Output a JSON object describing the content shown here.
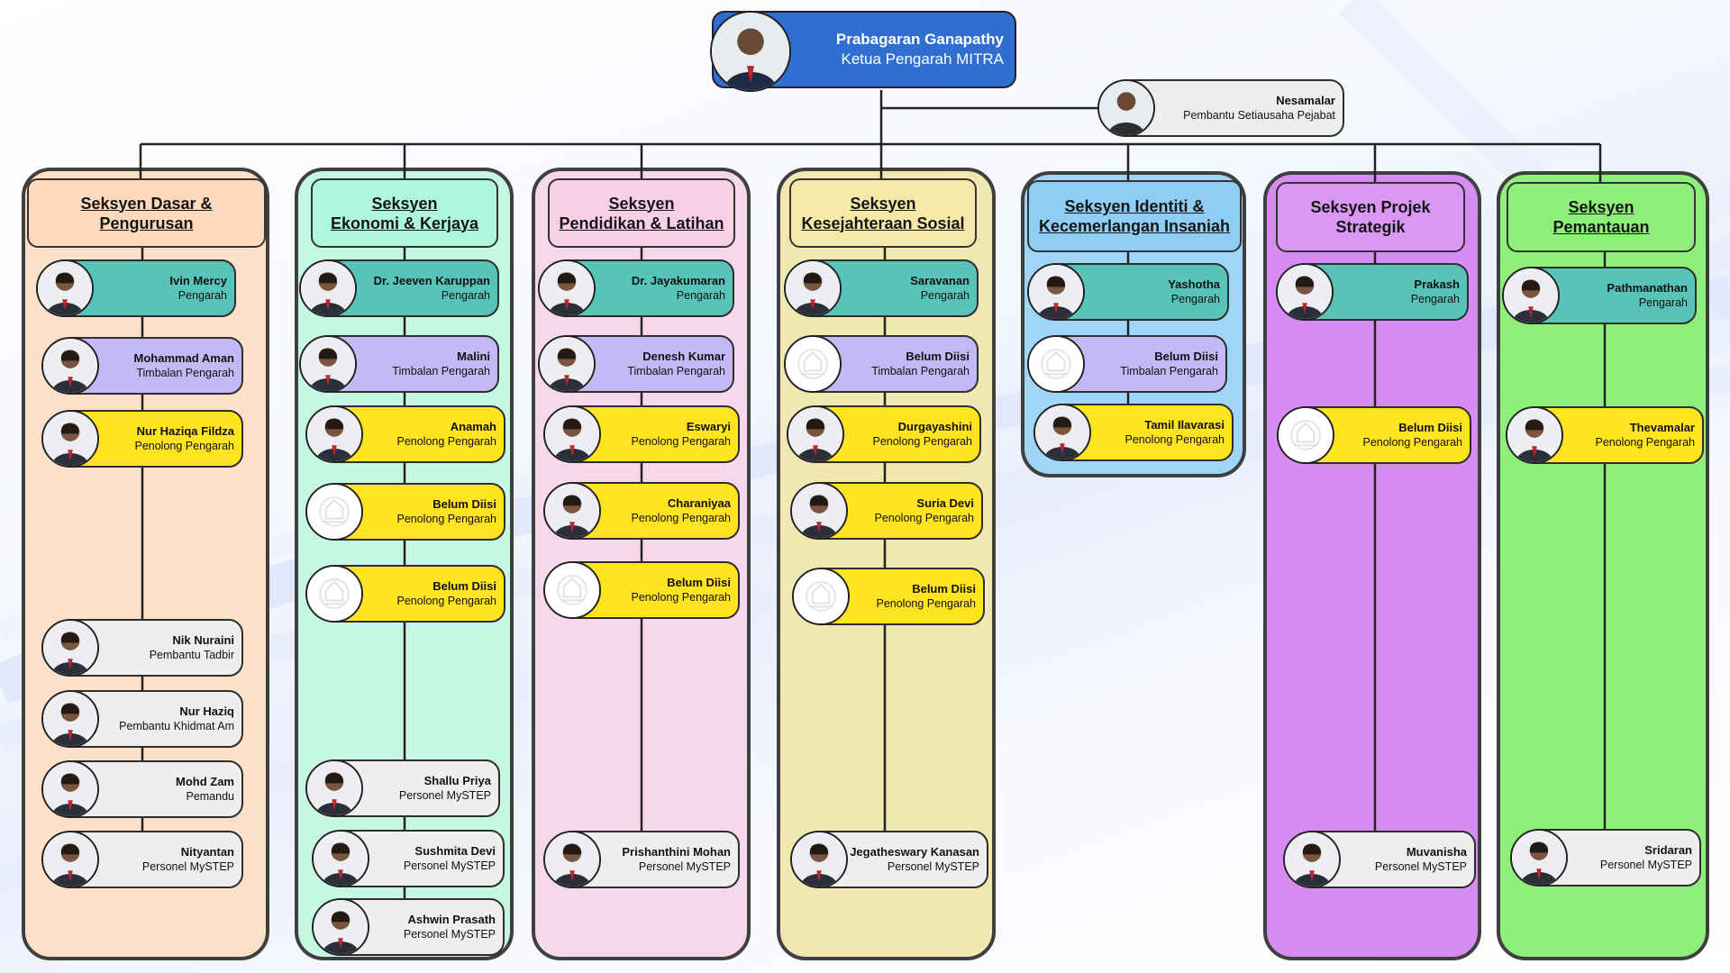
{
  "colors": {
    "teal": "#58c4b8",
    "lavender": "#c3b9f5",
    "yellow": "#ffe41f",
    "grey": "#eeeeee",
    "blue": "#2f6fd1",
    "section_orange": "#fde0c8",
    "section_mint": "#c6f7e3",
    "section_pink": "#f7d7ea",
    "section_cream": "#f1e8b1",
    "section_skyblue": "#9fd5f6",
    "section_purple": "#d68cf2",
    "section_green": "#8ef07a"
  },
  "director": {
    "name": "Prabagaran Ganapathy",
    "role": "Ketua Pengarah MITRA",
    "avatar_icon": "person-photo-icon"
  },
  "secretary": {
    "name": "Nesamalar",
    "role": "Pembantu Setiausaha Pejabat",
    "avatar_icon": "person-photo-icon"
  },
  "sections": [
    {
      "title": "Seksyen Dasar &\nPengurusan",
      "members": [
        {
          "name": "Ivin Mercy",
          "role": "Pengarah"
        },
        {
          "name": "Mohammad Aman",
          "role": "Timbalan Pengarah"
        },
        {
          "name": "Nur Haziqa Fildza",
          "role": "Penolong Pengarah"
        },
        {
          "name": "Nik Nuraini",
          "role": "Pembantu Tadbir"
        },
        {
          "name": "Nur Haziq",
          "role": "Pembantu Khidmat Am"
        },
        {
          "name": "Mohd Zam",
          "role": "Pemandu"
        },
        {
          "name": "Nityantan",
          "role": "Personel MySTEP"
        }
      ]
    },
    {
      "title": "Seksyen\nEkonomi & Kerjaya",
      "members": [
        {
          "name": "Dr. Jeeven Karuppan",
          "role": "Pengarah"
        },
        {
          "name": "Malini",
          "role": "Timbalan Pengarah"
        },
        {
          "name": "Anamah",
          "role": "Penolong Pengarah"
        },
        {
          "name": "Belum Diisi",
          "role": "Penolong Pengarah"
        },
        {
          "name": "Belum Diisi",
          "role": "Penolong Pengarah"
        },
        {
          "name": "Shallu Priya",
          "role": "Personel MySTEP"
        },
        {
          "name": "Sushmita Devi",
          "role": "Personel MySTEP"
        },
        {
          "name": "Ashwin Prasath",
          "role": "Personel MySTEP"
        }
      ]
    },
    {
      "title": "Seksyen\nPendidikan & Latihan",
      "members": [
        {
          "name": "Dr. Jayakumaran",
          "role": "Pengarah"
        },
        {
          "name": "Denesh Kumar",
          "role": "Timbalan Pengarah"
        },
        {
          "name": "Eswaryi",
          "role": "Penolong Pengarah"
        },
        {
          "name": "Charaniyaa",
          "role": "Penolong Pengarah"
        },
        {
          "name": "Belum Diisi",
          "role": "Penolong Pengarah"
        },
        {
          "name": "Prishanthini Mohan",
          "role": "Personel MySTEP"
        }
      ]
    },
    {
      "title": "Seksyen\nKesejahteraan Sosial",
      "members": [
        {
          "name": "Saravanan",
          "role": "Pengarah"
        },
        {
          "name": "Belum Diisi",
          "role": "Timbalan Pengarah"
        },
        {
          "name": "Durgayashini",
          "role": "Penolong Pengarah"
        },
        {
          "name": "Suria Devi",
          "role": "Penolong Pengarah"
        },
        {
          "name": "Belum Diisi",
          "role": "Penolong Pengarah"
        },
        {
          "name": "Jegatheswary Kanasan",
          "role": "Personel MySTEP"
        }
      ]
    },
    {
      "title": "Seksyen Identiti &\nKecemerlangan Insaniah",
      "members": [
        {
          "name": "Yashotha",
          "role": "Pengarah"
        },
        {
          "name": "Belum Diisi",
          "role": "Timbalan Pengarah"
        },
        {
          "name": "Tamil Ilavarasi",
          "role": "Penolong Pengarah"
        }
      ]
    },
    {
      "title": "Seksyen Projek\nStrategik",
      "members": [
        {
          "name": "Prakash",
          "role": "Pengarah"
        },
        {
          "name": "Belum Diisi",
          "role": "Penolong Pengarah"
        },
        {
          "name": "Muvanisha",
          "role": "Personel MySTEP"
        }
      ]
    },
    {
      "title": "Seksyen\nPemantauan",
      "members": [
        {
          "name": "Pathmanathan",
          "role": "Pengarah"
        },
        {
          "name": "Thevamalar",
          "role": "Penolong Pengarah"
        },
        {
          "name": "Sridaran",
          "role": "Personel MySTEP"
        }
      ]
    }
  ]
}
